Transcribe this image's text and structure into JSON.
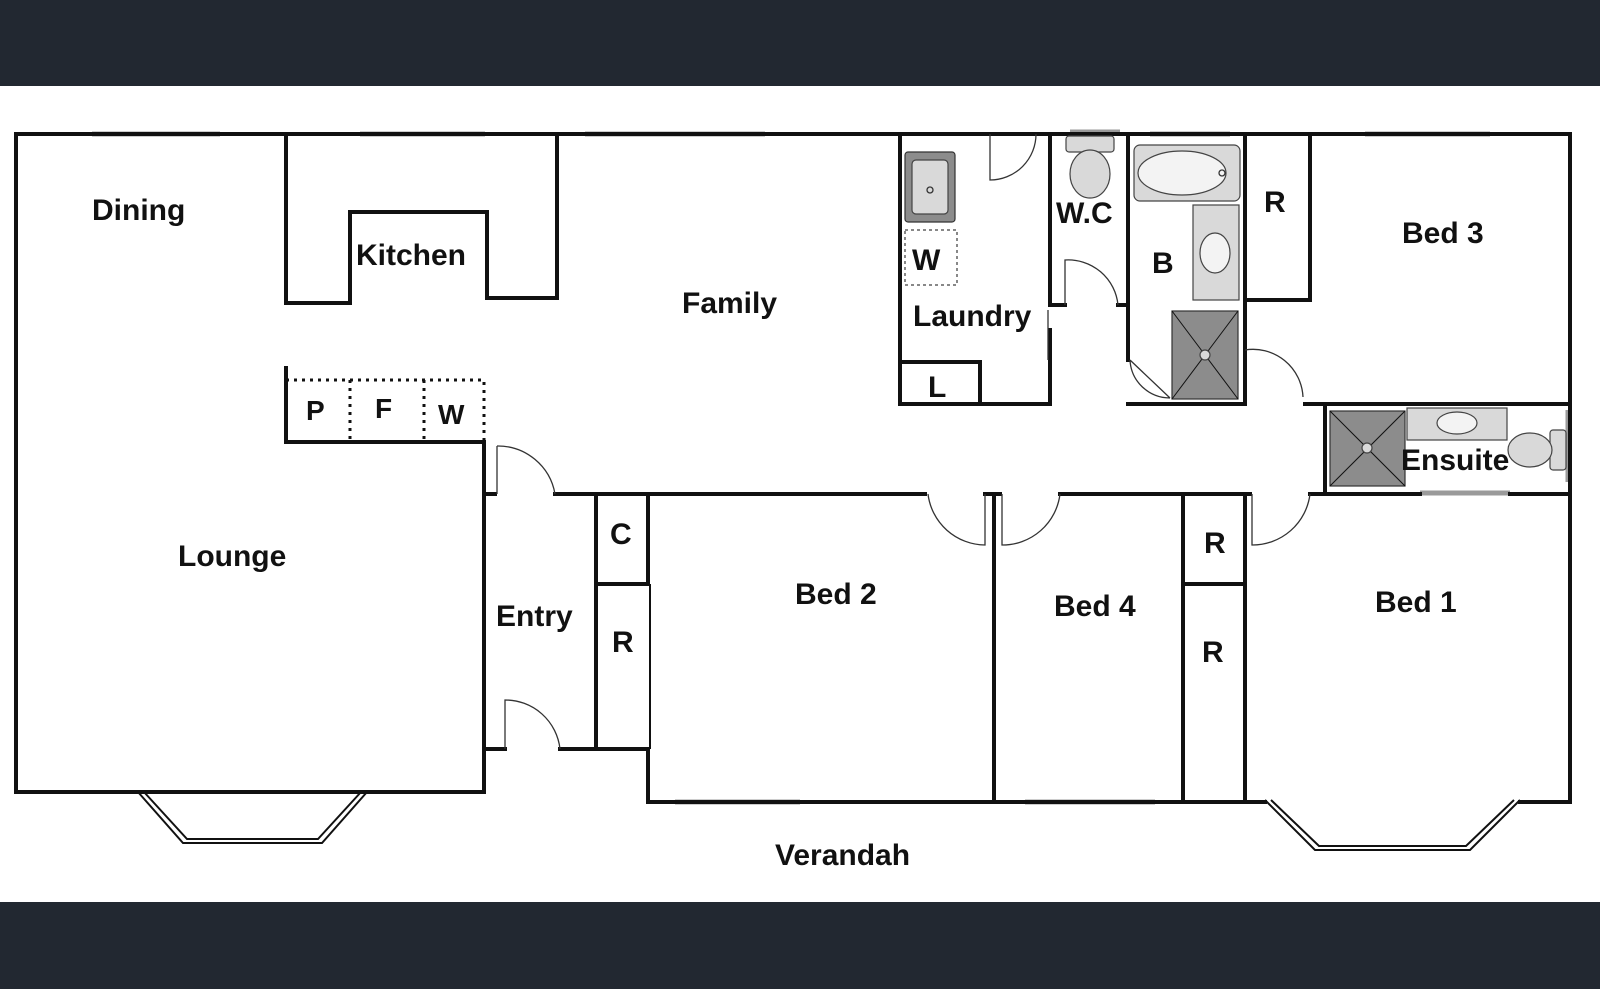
{
  "colors": {
    "band": "#222831",
    "background": "#ffffff",
    "walls": "#111111"
  },
  "rooms": {
    "dining": "Dining",
    "kitchen": "Kitchen",
    "family": "Family",
    "laundry": "Laundry",
    "laundry_w": "W",
    "laundry_l": "L",
    "wc": "W.C",
    "bath": "B",
    "bed3_robe": "R",
    "bed3": "Bed 3",
    "pantry": "P",
    "fridge": "F",
    "kitchen_w": "W",
    "lounge": "Lounge",
    "entry": "Entry",
    "closet_c": "C",
    "entry_robe": "R",
    "bed2": "Bed 2",
    "bed4": "Bed 4",
    "robe_upper": "R",
    "robe_lower": "R",
    "bed1": "Bed 1",
    "ensuite": "Ensuite",
    "verandah": "Verandah"
  }
}
